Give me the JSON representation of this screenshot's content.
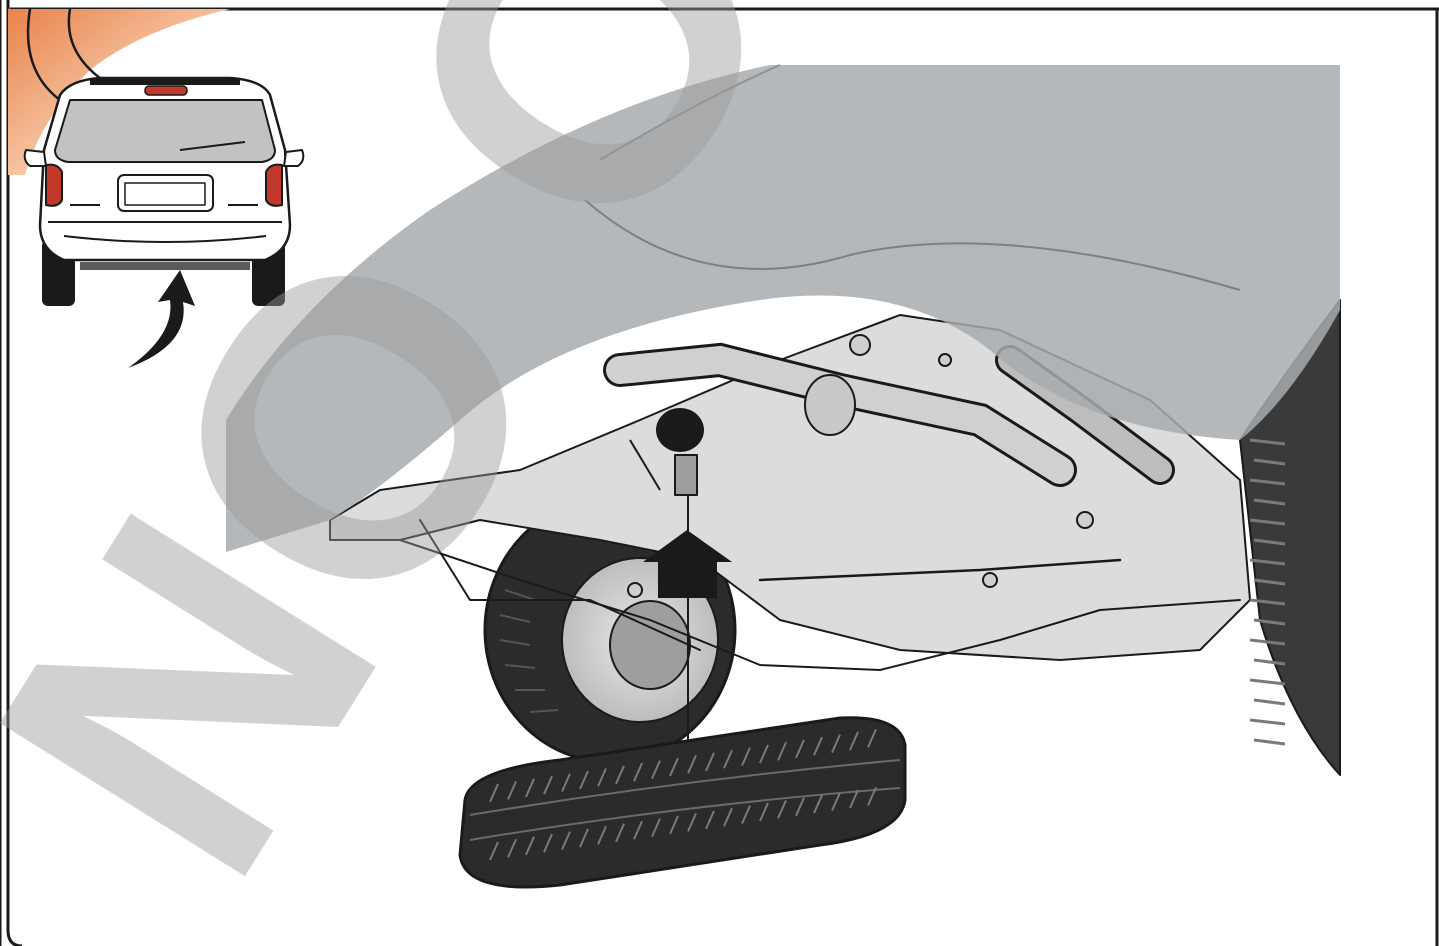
{
  "illustration": {
    "subject": "spare-tire-lowered-under-vehicle",
    "inset": "minivan-rear-view",
    "arrow_direction": "up"
  },
  "watermark": {
    "text": "NO ORI",
    "color": "#9a9a9a"
  },
  "colors": {
    "frame": "#1a1a1a",
    "accent_gradient_start": "#e8834a",
    "body_shade": "#b2b5b8",
    "chassis": "#d9d9d9",
    "tire": "#2b2b2b",
    "taillight": "#c0392b"
  }
}
